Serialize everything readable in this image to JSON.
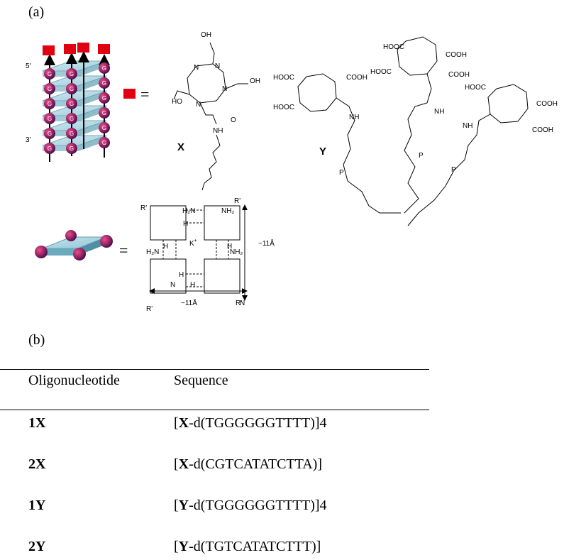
{
  "panel_a": {
    "label": "(a)",
    "strand_5": "5'",
    "strand_3": "3'",
    "base_letter": "G",
    "equals": "=",
    "compound_x": "X",
    "compound_y": "Y",
    "groups": {
      "oh": "OH",
      "ho": "HO",
      "nh": "NH",
      "n": "N",
      "o": "O",
      "cooh": "COOH",
      "hooc": "HOOC",
      "p": "P",
      "o_minus": "O",
      "minus": "−"
    },
    "quartet": {
      "r_prime": "R'",
      "ion": "K",
      "ion_charge": "+",
      "h": "H",
      "n": "N",
      "h2n": "H₂N",
      "nh2": "NH₂",
      "dim_vertical": "~11Å",
      "dim_horizontal": "~11Å"
    },
    "colors": {
      "tag": "#e00010",
      "sphere": "#6a1a6a",
      "sphere_hi": "#c0306a",
      "plate": "#8ec7d8"
    }
  },
  "panel_b": {
    "label": "(b)",
    "columns": [
      "Oligonucleotide",
      "Sequence"
    ],
    "rows": [
      {
        "name": "1X",
        "mod": "X",
        "prefix": "[",
        "seq": "-d(TGGGGGGTTTT)]4"
      },
      {
        "name": "2X",
        "mod": "X",
        "prefix": "[",
        "seq": "-d(CGTCATATCTTA)]"
      },
      {
        "name": "1Y",
        "mod": "Y",
        "prefix": "[",
        "seq": "-d(TGGGGGGTTTT)]4"
      },
      {
        "name": "2Y",
        "mod": "Y",
        "prefix": "[",
        "seq": "-d(TGTCATATCTTT)]"
      }
    ]
  }
}
